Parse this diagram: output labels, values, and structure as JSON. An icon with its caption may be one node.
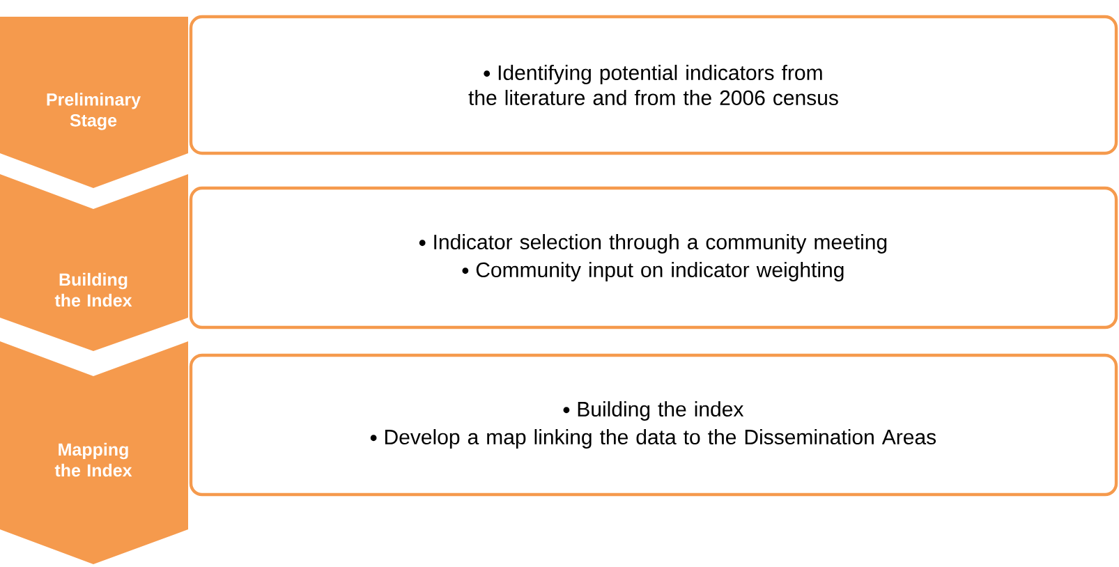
{
  "diagram": {
    "nodes": [
      {
        "text": [
          "Preliminary Stage"
        ]
      },
      {
        "text": [
          "Identifying potential indicators from the literature and from the 2006 census"
        ]
      },
      {
        "text": [
          "Building the Index"
        ]
      },
      {
        "text": [
          "Indicator selection through a community meeting",
          "Community input on indicator weighting"
        ]
      },
      {
        "text": [
          "Mapping the Index"
        ]
      },
      {
        "text": [
          "Building the index",
          "Develop a map linking the data to the Dissemination Areas"
        ]
      }
    ]
  }
}
